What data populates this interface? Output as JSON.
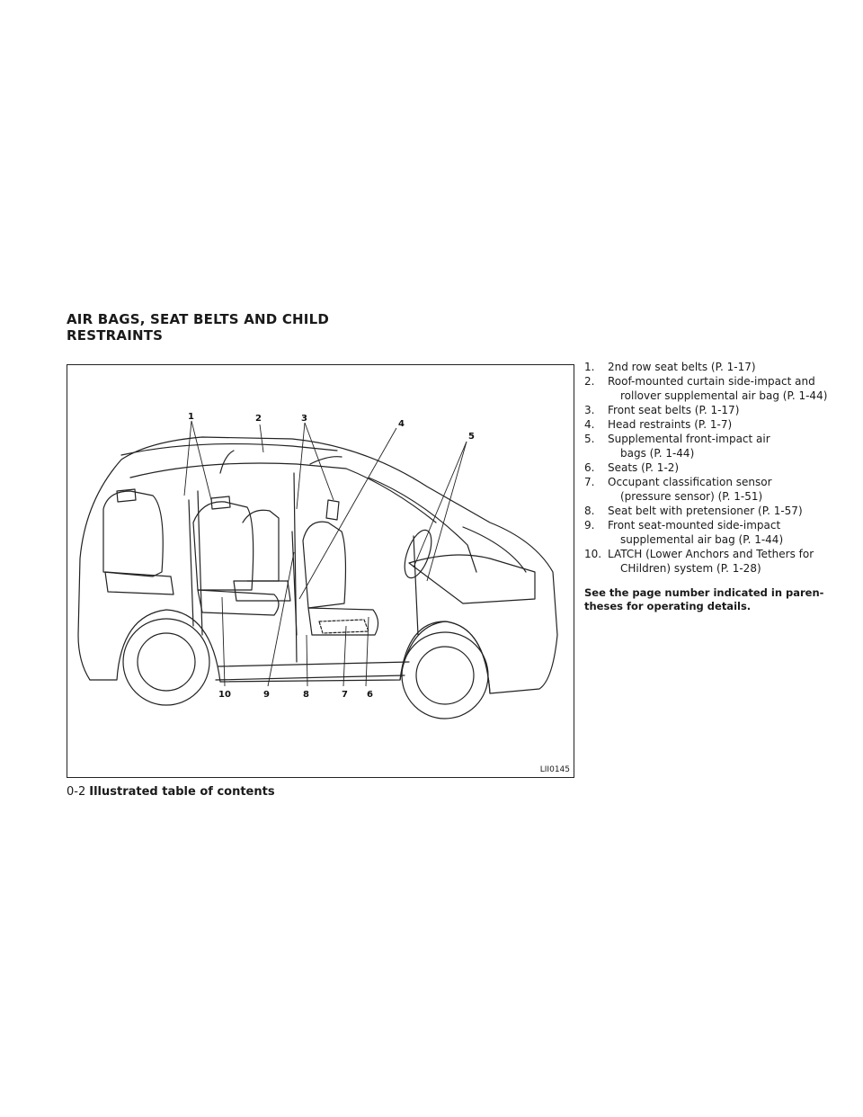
{
  "section": {
    "title_line1": "AIR BAGS, SEAT BELTS AND CHILD",
    "title_line2": "RESTRAINTS"
  },
  "figure": {
    "code": "LII0145",
    "callouts": [
      "1",
      "2",
      "3",
      "4",
      "5",
      "6",
      "7",
      "8",
      "9",
      "10"
    ]
  },
  "items": [
    {
      "num": "1.",
      "line1": "2nd row seat belts (P. 1-17)",
      "line2": ""
    },
    {
      "num": "2.",
      "line1": "Roof-mounted curtain side-impact and",
      "line2": "rollover supplemental air bag (P. 1-44)"
    },
    {
      "num": "3.",
      "line1": "Front seat belts (P. 1-17)",
      "line2": ""
    },
    {
      "num": "4.",
      "line1": "Head restraints (P. 1-7)",
      "line2": ""
    },
    {
      "num": "5.",
      "line1": "Supplemental front-impact air",
      "line2": "bags (P. 1-44)"
    },
    {
      "num": "6.",
      "line1": "Seats (P. 1-2)",
      "line2": ""
    },
    {
      "num": "7.",
      "line1": "Occupant classification sensor",
      "line2": "(pressure sensor) (P. 1-51)"
    },
    {
      "num": "8.",
      "line1": "Seat belt with pretensioner (P. 1-57)",
      "line2": ""
    },
    {
      "num": "9.",
      "line1": "Front seat-mounted side-impact",
      "line2": "supplemental air bag (P. 1-44)"
    },
    {
      "num": "10.",
      "line1": "LATCH (Lower Anchors and Tethers for",
      "line2": "CHildren) system (P. 1-28)"
    }
  ],
  "note": "See the page number indicated in paren- theses for operating details.",
  "footer": {
    "page": "0-2",
    "title": "Illustrated table of contents"
  }
}
